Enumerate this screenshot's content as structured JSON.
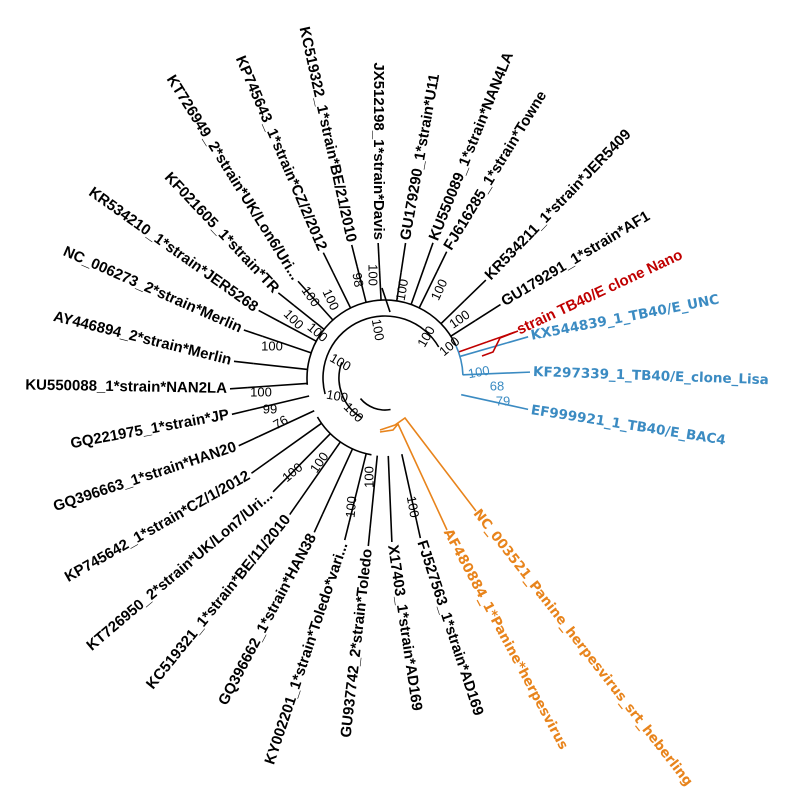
{
  "colors": {
    "default": "#000000",
    "red": "#c00000",
    "blue": "#3b8bc2",
    "orange": "#e8841c"
  },
  "leaves": [
    {
      "label": "JX512198_1*strain*Davis",
      "group": "default"
    },
    {
      "label": "KC519322_1*strain*BE/21/2010",
      "group": "default"
    },
    {
      "label": "KP745643_1*strain*CZ/2/2012",
      "group": "default"
    },
    {
      "label": "KT726949_2*strain*UK/Lon6/Uri...",
      "group": "default"
    },
    {
      "label": "KF021605_1*strain*TR",
      "group": "default"
    },
    {
      "label": "KR534210_1*strain*JER5268",
      "group": "default"
    },
    {
      "label": "NC_006273_2*strain*Merlin",
      "group": "default"
    },
    {
      "label": "AY446894_2*strain*Merlin",
      "group": "default"
    },
    {
      "label": "KU550088_1*strain*NAN2LA",
      "group": "default"
    },
    {
      "label": "GQ221975_1*strain*JP",
      "group": "default"
    },
    {
      "label": "GQ396663_1*strain*HAN20",
      "group": "default"
    },
    {
      "label": "KP745642_1*strain*CZ/1/2012",
      "group": "default"
    },
    {
      "label": "KT726950_2*strain*UK/Lon7/Uri...",
      "group": "default"
    },
    {
      "label": "KC519321_1*strain*BE/11/2010",
      "group": "default"
    },
    {
      "label": "GQ396662_1*strain*HAN38",
      "group": "default"
    },
    {
      "label": "KY002201_1*strain*Toledo*vari...",
      "group": "default"
    },
    {
      "label": "GU937742_2*strain*Toledo",
      "group": "default"
    },
    {
      "label": "X17403_1*strain*AD169",
      "group": "default"
    },
    {
      "label": "FJ527563_1*strain*AD169",
      "group": "default"
    },
    {
      "label": "AF480884_1*Panine*herpesvirus",
      "group": "orange"
    },
    {
      "label": "NC_003521_Panine_herpesvirus_srt_heberling",
      "group": "orange"
    },
    {
      "label": "EF999921_1_TB40/E_BAC4",
      "group": "blue"
    },
    {
      "label": "KF297339_1_TB40/E_clone_Lisa",
      "group": "blue"
    },
    {
      "label": "KX544839_1_TB40/E_UNC",
      "group": "blue"
    },
    {
      "label": "strain TB40/E clone Nano",
      "group": "red"
    },
    {
      "label": "GU179291_1*strain*AF1",
      "group": "default"
    },
    {
      "label": "KR534211_1*strain*JER5409",
      "group": "default"
    },
    {
      "label": "FJ616285_1*strain*Towne",
      "group": "default"
    },
    {
      "label": "KU550089_1*strain*NAN4LA",
      "group": "default"
    },
    {
      "label": "GU179290_1*strain*U11",
      "group": "default"
    }
  ],
  "support_values": [
    {
      "value": "100",
      "group": "default"
    },
    {
      "value": "98",
      "group": "default"
    },
    {
      "value": "100",
      "group": "default"
    },
    {
      "value": "100",
      "group": "default"
    },
    {
      "value": "100",
      "group": "default"
    },
    {
      "value": "100",
      "group": "default"
    },
    {
      "value": "100",
      "group": "default"
    },
    {
      "value": "100",
      "group": "default"
    },
    {
      "value": "100",
      "group": "default"
    },
    {
      "value": "100",
      "group": "default"
    },
    {
      "value": "100",
      "group": "default"
    },
    {
      "value": "100",
      "group": "default"
    },
    {
      "value": "100",
      "group": "default"
    },
    {
      "value": "100",
      "group": "blue"
    },
    {
      "value": "68",
      "group": "blue"
    },
    {
      "value": "79",
      "group": "blue"
    },
    {
      "value": "100",
      "group": "default"
    },
    {
      "value": "100",
      "group": "default"
    },
    {
      "value": "100",
      "group": "default"
    },
    {
      "value": "100",
      "group": "default"
    },
    {
      "value": "99",
      "group": "default"
    },
    {
      "value": "76",
      "group": "default"
    },
    {
      "value": "100",
      "group": "default"
    },
    {
      "value": "100",
      "group": "default"
    },
    {
      "value": "100",
      "group": "default"
    },
    {
      "value": "100",
      "group": "default"
    },
    {
      "value": "100",
      "group": "default"
    }
  ]
}
